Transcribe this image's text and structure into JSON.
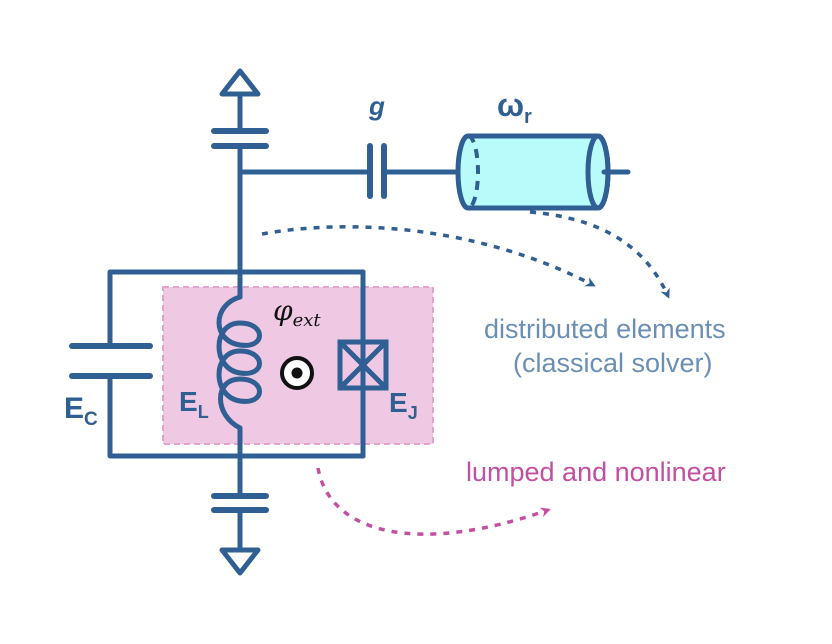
{
  "labels": {
    "coupling": "g",
    "resonator_main": "ω",
    "resonator_sub": "r",
    "capacitor_main": "E",
    "capacitor_sub": "C",
    "inductor_main": "E",
    "inductor_sub": "L",
    "junction_main": "E",
    "junction_sub": "J",
    "flux_main": "φ",
    "flux_sub": "ext"
  },
  "annotations": {
    "distributed_line1": "distributed elements",
    "distributed_line2": "(classical solver)",
    "lumped": "lumped and nonlinear"
  },
  "colors": {
    "circuit": "#2f5f93",
    "lumped_region": "#efc8e3",
    "resonator_fill": "#b9fbfb",
    "distributed_text": "#6b8fb4",
    "lumped_text": "#c34fa0"
  },
  "icons": [
    "ground-arrow-icon",
    "flux-dot-icon",
    "josephson-junction-icon",
    "inductor-coil-icon",
    "capacitor-icon",
    "transmission-line-icon"
  ]
}
